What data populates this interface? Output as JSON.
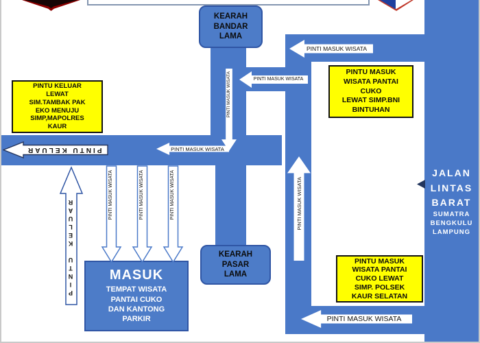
{
  "colors": {
    "road_blue": "#4a79c8",
    "box_blue_fill": "#4d7cc8",
    "box_blue_border": "#2f55a4",
    "yellow": "#ffff00",
    "arrow_white": "#ffffff"
  },
  "labels": {
    "masuk_arrow": "PINTI MASUK WISATA",
    "keluar_arrow": "PINTU KELUAR"
  },
  "boxes": {
    "bandar": {
      "lines": [
        "KEARAH",
        "BANDAR",
        "LAMA"
      ]
    },
    "pasar": {
      "lines": [
        "KEARAH",
        "PASAR",
        "LAMA"
      ]
    },
    "masuk": {
      "title": "MASUK",
      "lines": [
        "TEMPAT WISATA",
        "PANTAI CUKO",
        "DAN KANTONG",
        "PARKIR"
      ]
    },
    "exit_left": {
      "lines": [
        "PINTU KELUAR",
        "LEWAT",
        "SIM.TAMBAK PAK",
        "EKO MENUJU",
        "SIMP,MAPOLRES",
        "KAUR"
      ]
    },
    "entry_bni": {
      "lines": [
        "PINTU  MASUK",
        "WISATA PANTAI",
        "CUKO",
        "LEWAT SIMP.BNI",
        "BINTUHAN"
      ]
    },
    "entry_polsek": {
      "lines": [
        "PINTU  MASUK",
        "WISATA PANTAI",
        "CUKO LEWAT",
        "SIMP. POLSEK",
        "KAUR SELATAN"
      ]
    },
    "jalan": {
      "lines": [
        "JALAN",
        "LINTAS",
        "BARAT"
      ],
      "sublines": [
        "SUMATRA",
        "BENGKULU",
        "LAMPUNG"
      ]
    }
  }
}
